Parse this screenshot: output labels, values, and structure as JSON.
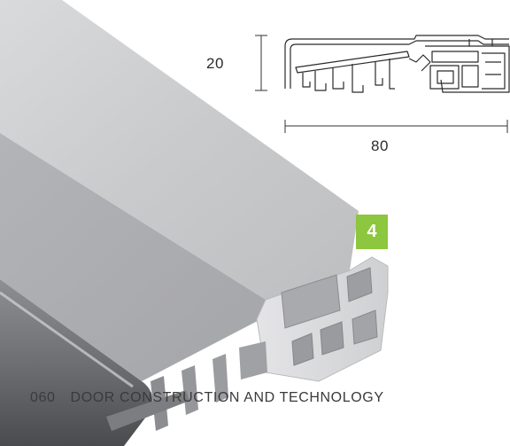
{
  "drawing": {
    "height_dimension": "20",
    "width_dimension": "80"
  },
  "badge": {
    "number": "4",
    "color": "#8dc63f"
  },
  "footer": {
    "page_number": "060",
    "section_title": "DOOR CONSTRUCTION AND TECHNOLOGY"
  }
}
